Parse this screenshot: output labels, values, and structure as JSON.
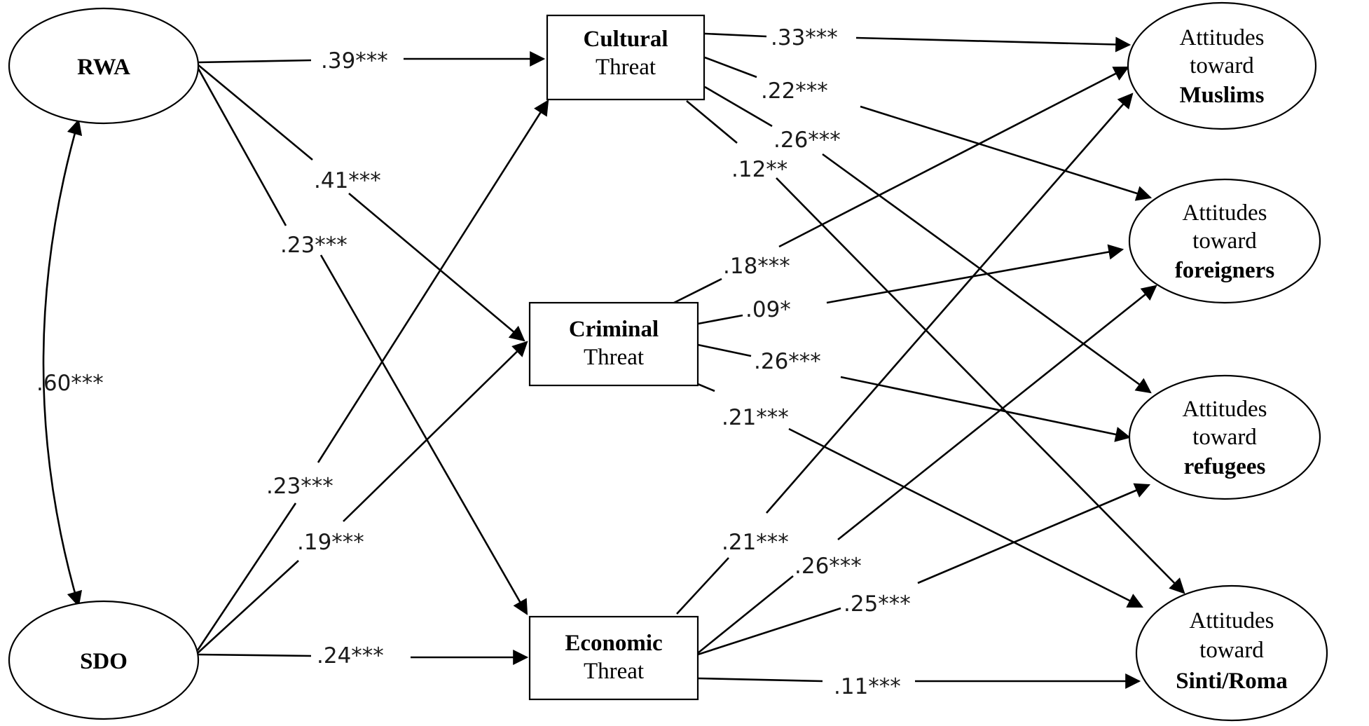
{
  "nodes": {
    "rwa": {
      "label": "RWA"
    },
    "sdo": {
      "label": "SDO"
    },
    "cultural": {
      "line1": "Cultural",
      "line2": "Threat"
    },
    "criminal": {
      "line1": "Criminal",
      "line2": "Threat"
    },
    "economic": {
      "line1": "Economic",
      "line2": "Threat"
    },
    "muslims": {
      "line1": "Attitudes",
      "line2": "toward",
      "line3": "Muslims"
    },
    "foreigners": {
      "line1": "Attitudes",
      "line2": "toward",
      "line3": "foreigners"
    },
    "refugees": {
      "line1": "Attitudes",
      "line2": "toward",
      "line3": "refugees"
    },
    "sinti": {
      "line1": "Attitudes",
      "line2": "toward",
      "line3": "Sinti/Roma"
    }
  },
  "edges": {
    "rwa_sdo": ".60***",
    "rwa_cultural": ".39***",
    "rwa_criminal": ".41***",
    "rwa_economic": ".23***",
    "sdo_cultural": ".23***",
    "sdo_criminal": ".19***",
    "sdo_economic": ".24***",
    "cultural_muslims": ".33***",
    "cultural_foreigners": ".22***",
    "cultural_refugees": ".26***",
    "cultural_sinti": ".12**",
    "criminal_muslims": ".18***",
    "criminal_foreigners": ".09*",
    "criminal_refugees": ".26***",
    "criminal_sinti": ".21***",
    "economic_muslims": ".21***",
    "economic_foreigners": ".26***",
    "economic_refugees": ".25***",
    "economic_sinti": ".11***"
  }
}
